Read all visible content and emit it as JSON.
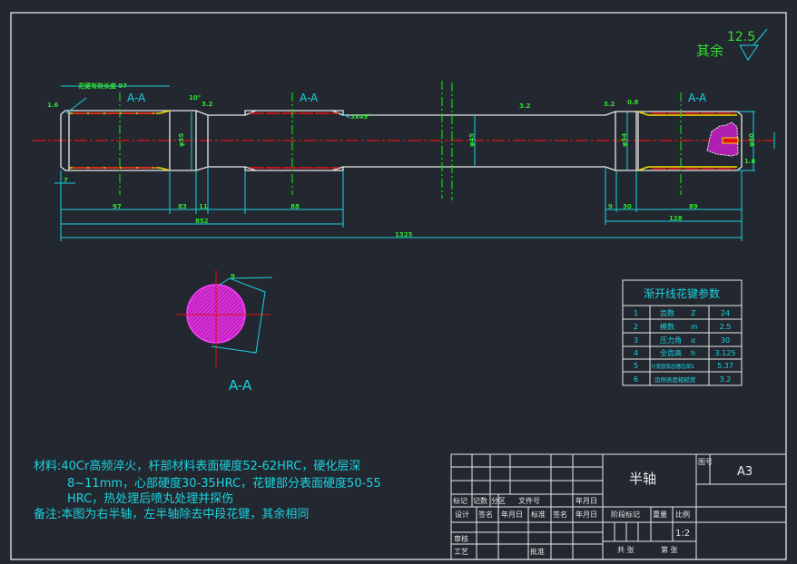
{
  "roughness": {
    "prefix": "其余",
    "value": "12.5"
  },
  "section_labels": [
    "A-A",
    "A-A",
    "A-A"
  ],
  "section_view_label": "A-A",
  "dimensions": {
    "d97": "97",
    "d83": "83",
    "d11": "11",
    "d88": "88",
    "d852": "852",
    "d1325": "1325",
    "d9": "9",
    "d30": "30",
    "d89": "89",
    "d128": "128",
    "d7": "7",
    "angle10": "10°",
    "dia_mid": "φ45",
    "dia_collar": "φ55",
    "dia_right": "φ54",
    "dia_end": "φ60",
    "ra16": "1.6",
    "ra32": "3.2",
    "ra08": "0.8",
    "ra32b": "3.2",
    "ra32c": "3.2",
    "ra16b": "1.6",
    "chamfer": "3x45°",
    "spline_len": "花键有效长度 97"
  },
  "spline_table": {
    "title": "渐开线花键参数",
    "rows": [
      {
        "no": "1",
        "name": "齿数",
        "sym": "Z",
        "value": "24"
      },
      {
        "no": "2",
        "name": "模数",
        "sym": "m",
        "value": "2.5"
      },
      {
        "no": "3",
        "name": "压力角",
        "sym": "α",
        "value": "30"
      },
      {
        "no": "4",
        "name": "全齿高",
        "sym": "h",
        "value": "3.125"
      },
      {
        "no": "5",
        "name": "分度圆弧齿槽齿厚S",
        "sym": "",
        "value": "5.37"
      },
      {
        "no": "6",
        "name": "齿侧表面粗糙度",
        "sym": "",
        "value": "3.2"
      }
    ]
  },
  "notes": {
    "line1": "材料:40Cr高频淬火，杆部材料表面硬度52-62HRC，硬化层深",
    "line2": "8~11mm，心部硬度30-35HRC，花键部分表面硬度50-55",
    "line3": "HRC，热处理后喷丸处理并探伤",
    "line4": "备注:本图为右半轴，左半轴除去中段花键，其余相同"
  },
  "title_block": {
    "part_name": "半轴",
    "drawing_no_label": "图号",
    "drawing_no": "A3",
    "h_mark": "标记",
    "h_count": "记数",
    "h_zone": "分区",
    "h_doc": "文件号",
    "h_date1": "年月日",
    "design": "设计",
    "sign1": "签名",
    "date2": "年月日",
    "standard": "标准",
    "sign2": "签名",
    "date3": "年月日",
    "review": "审核",
    "process": "工艺",
    "approve": "批准",
    "stage": "阶段标记",
    "weight": "重量",
    "scale_label": "比例",
    "scale": "1:2",
    "total": "共  张",
    "sheet": "第  张"
  }
}
